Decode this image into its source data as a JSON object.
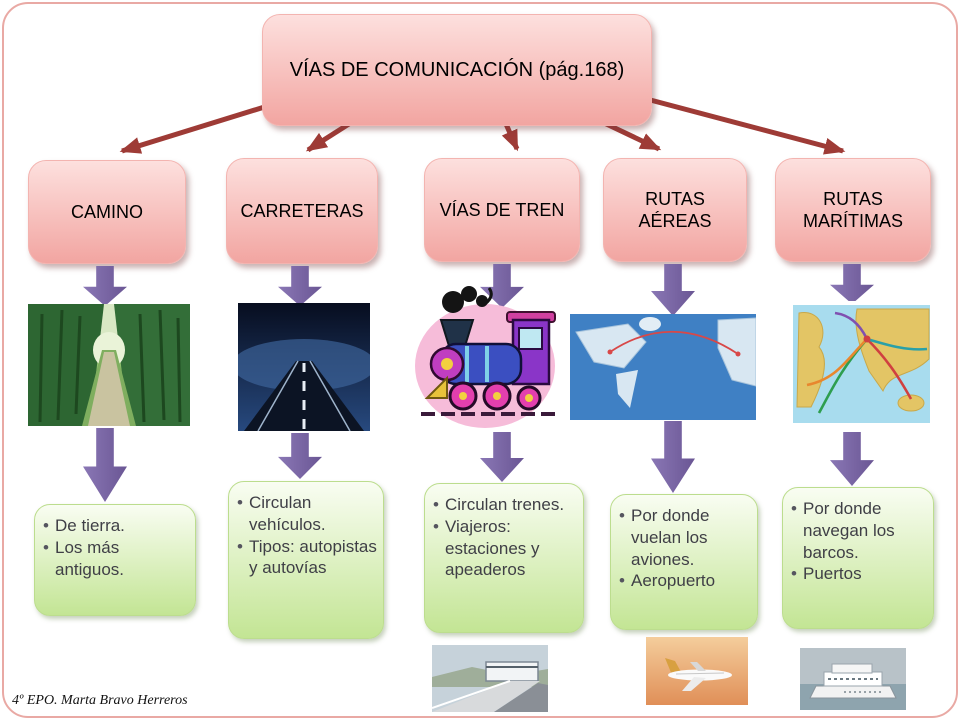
{
  "slide": {
    "title": "VÍAS DE COMUNICACIÓN (pág.168)",
    "footer": "4º EPO. Marta Bravo Herreros"
  },
  "colors": {
    "node_pink": "#f2a5a1",
    "connector_red": "#9e3b36",
    "block_arrow_purple": "#7a66a5",
    "detail_green": "#c3e594",
    "frame_pink": "#e9a9a4"
  },
  "columns": [
    {
      "heading": "CAMINO",
      "image": "forest-path-photo",
      "bullets": [
        "De tierra.",
        "Los más antiguos."
      ]
    },
    {
      "heading": "CARRETERAS",
      "image": "night-road-photo",
      "bullets": [
        "Circulan vehículos.",
        "Tipos: autopistas y autovías"
      ]
    },
    {
      "heading": "VÍAS DE TREN",
      "image": "cartoon-train-clipart",
      "bullets": [
        "Circulan trenes.",
        "Viajeros: estaciones y apeaderos"
      ],
      "bottom_image": "train-station-photo"
    },
    {
      "heading": "RUTAS AÉREAS",
      "image": "air-routes-map",
      "bullets": [
        "Por donde vuelan los aviones.",
        "Aeropuerto"
      ],
      "bottom_image": "airplane-photo"
    },
    {
      "heading": "RUTAS MARÍTIMAS",
      "image": "sea-routes-map",
      "bullets": [
        "Por donde navegan los barcos.",
        "Puertos"
      ],
      "bottom_image": "ship-photo"
    }
  ]
}
